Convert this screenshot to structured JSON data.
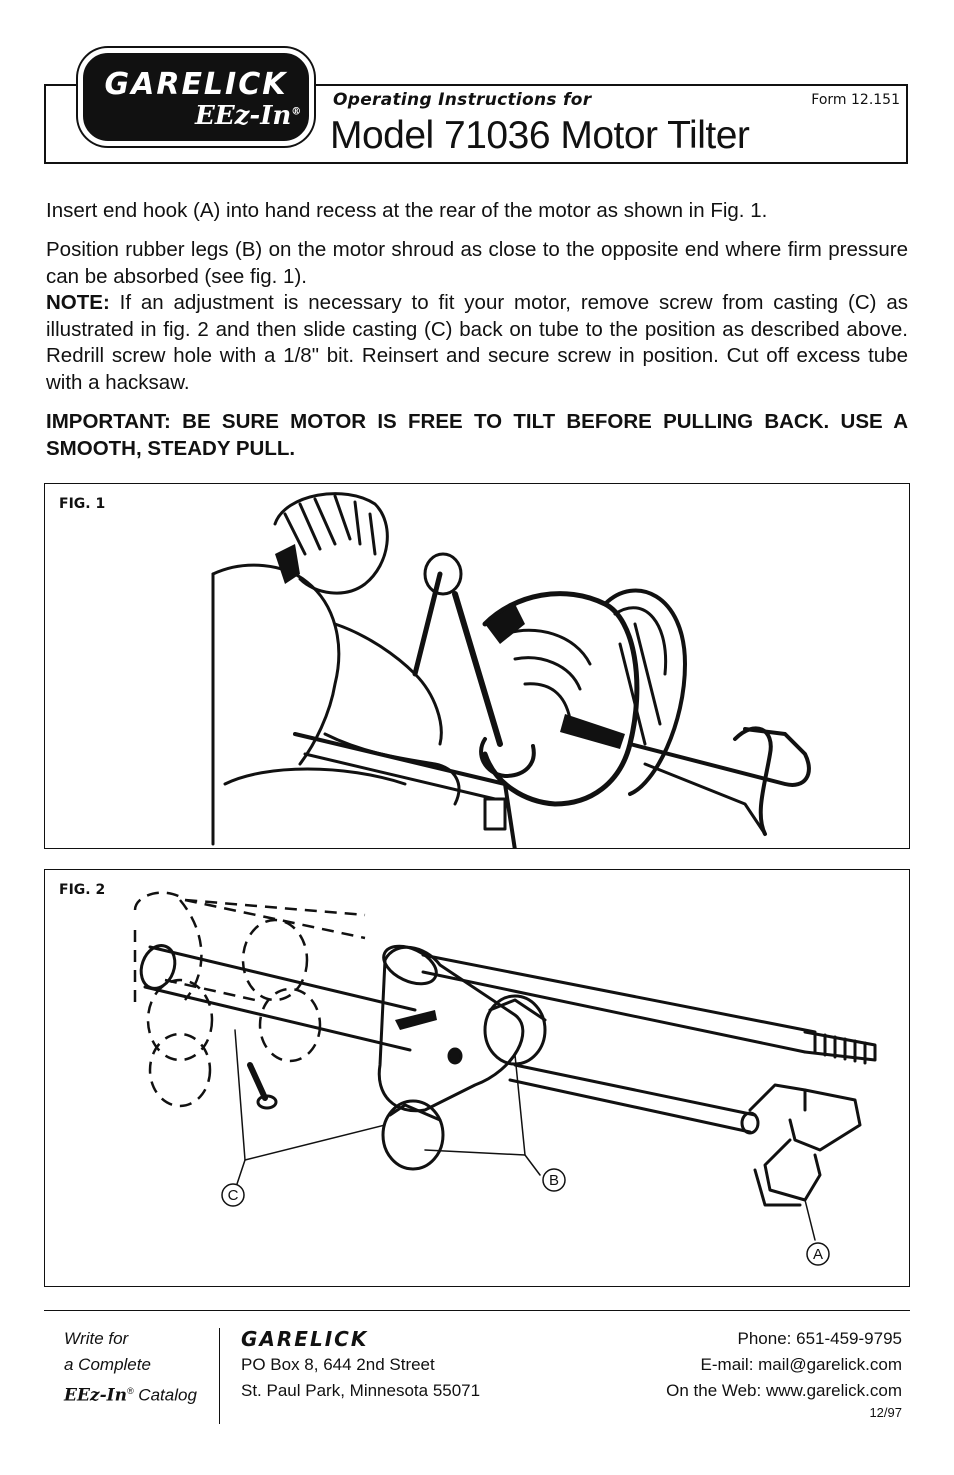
{
  "header": {
    "brand": "GARELICK",
    "brand_sub": "EEz-In",
    "registered": "®",
    "subtitle": "Operating Instructions for",
    "form_number": "Form 12.151",
    "title": "Model 71036 Motor Tilter"
  },
  "body": {
    "para1": "Insert end hook (A) into hand recess at the rear of the motor as shown in Fig. 1.",
    "para2": "Position rubber legs (B) on the motor shroud as close to the opposite end where firm pressure can be absorbed (see fig. 1).",
    "note_label": "NOTE:",
    "note_text": " If an adjustment is necessary to fit your motor, remove screw from casting (C) as illustrated in fig. 2 and then slide casting (C) back on tube to the position as described above. Redrill screw hole with a 1/8\" bit. Reinsert and secure screw in position. Cut off excess tube with a hacksaw.",
    "important": "IMPORTANT: BE SURE MOTOR IS FREE TO TILT BEFORE PULLING BACK. USE A SMOOTH, STEADY PULL."
  },
  "figures": {
    "fig1_label": "FIG. 1",
    "fig2_label": "FIG. 2",
    "callout_a": "A",
    "callout_b": "B",
    "callout_c": "C"
  },
  "footer": {
    "write_line1": "Write for",
    "write_line2": "a Complete",
    "write_brand": "EEz-In",
    "write_registered": "®",
    "write_line3": " Catalog",
    "brand": "GARELICK",
    "address1": "PO Box 8, 644 2nd Street",
    "address2": "St. Paul Park, Minnesota 55071",
    "phone": "Phone: 651-459-9795",
    "email": "E-mail: mail@garelick.com",
    "web": "On the Web: www.garelick.com",
    "date_code": "12/97"
  }
}
